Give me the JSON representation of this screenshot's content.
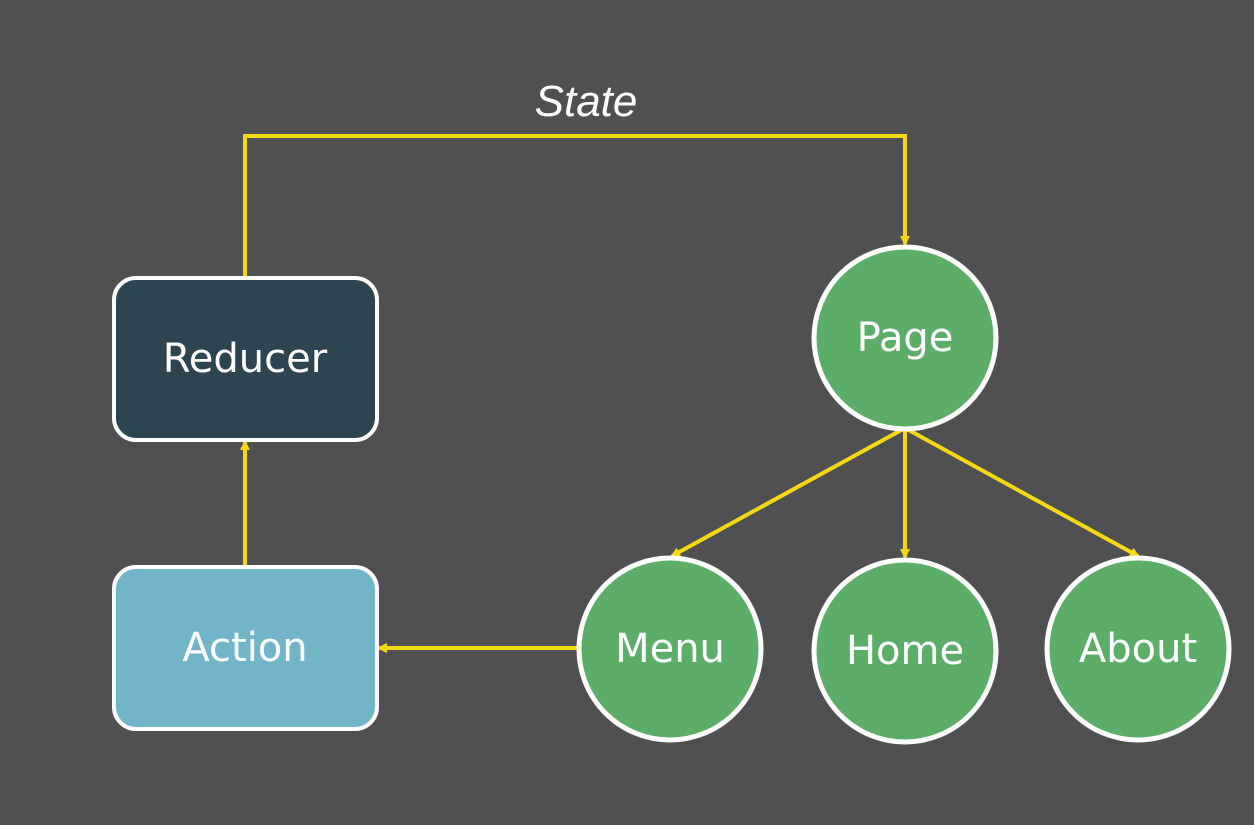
{
  "edge_labels": {
    "state": "State"
  },
  "nodes": {
    "reducer": "Reducer",
    "action": "Action",
    "page": "Page",
    "menu": "Menu",
    "home": "Home",
    "about": "About"
  },
  "colors": {
    "background": "#505052",
    "arrow": "#f5d814",
    "reducer_fill": "#2d4550",
    "action_fill": "#72b5c9",
    "node_fill": "#5bad67",
    "border": "#ffffff"
  }
}
